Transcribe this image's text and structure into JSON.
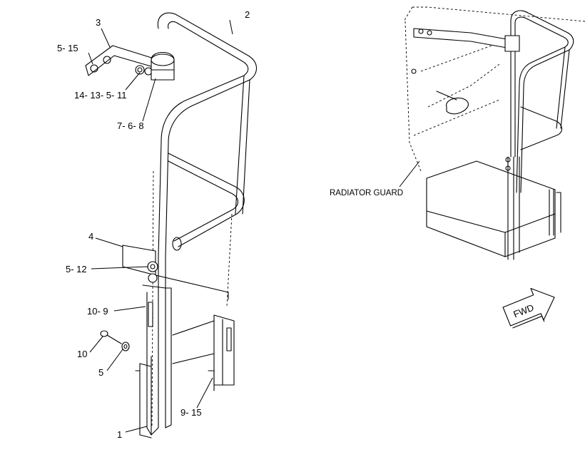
{
  "callouts": {
    "c2": "2",
    "c3": "3",
    "c5_15": "5- 15",
    "c14_13_5_11": "14- 13- 5- 11",
    "c7_6_8": "7- 6- 8",
    "c4": "4",
    "c5_12": "5- 12",
    "c10_9": "10- 9",
    "c10": "10",
    "c5": "5",
    "c9_15": "9- 15",
    "c1": "1"
  },
  "inset": {
    "label": "RADIATOR GUARD"
  },
  "direction": {
    "label": "FWD",
    "icon": "forward-arrow-icon"
  }
}
